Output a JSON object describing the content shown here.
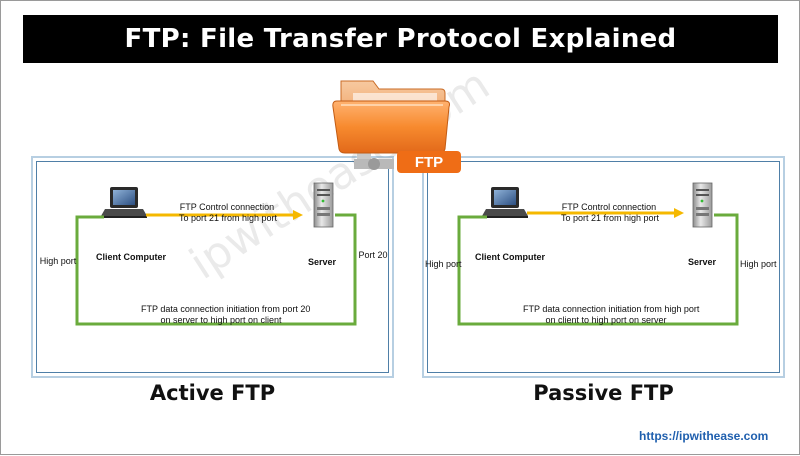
{
  "header": {
    "title": "FTP: File Transfer Protocol Explained"
  },
  "folder_icon": {
    "badge": "FTP"
  },
  "colors": {
    "control_arrow": "#f5b800",
    "data_line": "#6aab3c",
    "badge": "#ef6d16",
    "title_bar": "#000000",
    "url": "#1f5fae"
  },
  "active": {
    "title": "Active FTP",
    "client_label": "Client Computer",
    "server_label": "Server",
    "control_line1": "FTP Control connection",
    "control_line2": "To port 21 from high port",
    "client_port": "High port",
    "server_port": "Port 20",
    "data_line1": "FTP data connection initiation from port 20",
    "data_line2": "on server to high port on client"
  },
  "passive": {
    "title": "Passive FTP",
    "client_label": "Client Computer",
    "server_label": "Server",
    "control_line1": "FTP Control connection",
    "control_line2": "To port 21 from high port",
    "client_port": "High port",
    "server_port": "High port",
    "data_line1": "FTP data connection initiation from high port",
    "data_line2": "on client to high port on server"
  },
  "watermark": "ipwithease.com",
  "footer": {
    "url": "https://ipwithease.com"
  }
}
